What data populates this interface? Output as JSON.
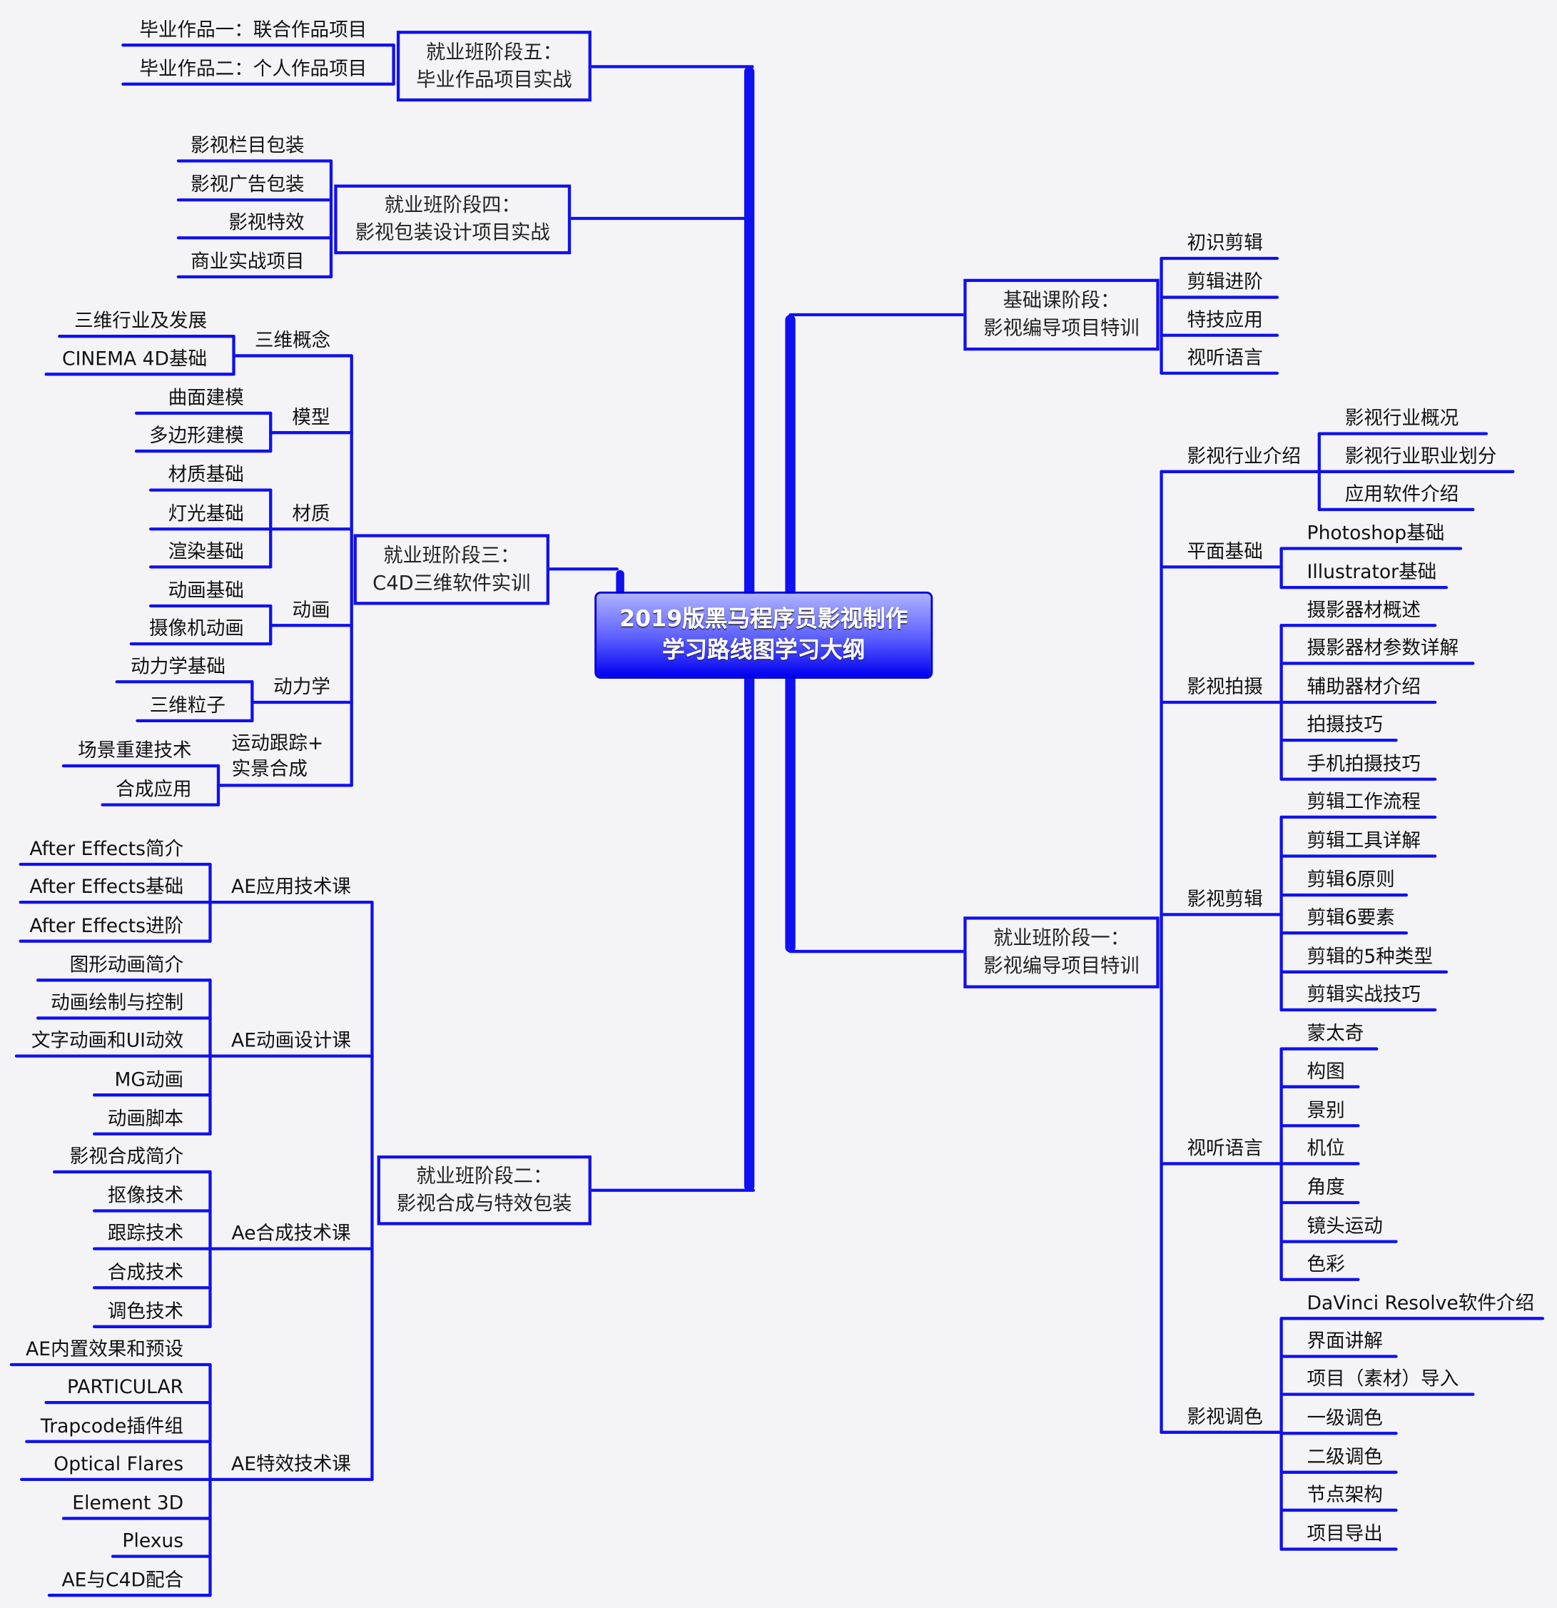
{
  "center": {
    "line1": "2019版黑马程序员影视制作",
    "line2": "学习路线图学习大纲"
  },
  "stage5": {
    "title1": "就业班阶段五：",
    "title2": "毕业作品项目实战",
    "items": [
      "毕业作品一：联合作品项目",
      "毕业作品二：个人作品项目"
    ]
  },
  "stage4": {
    "title1": "就业班阶段四：",
    "title2": "影视包装设计项目实战",
    "items": [
      "影视栏目包装",
      "影视广告包装",
      "影视特效",
      "商业实战项目"
    ]
  },
  "stage3": {
    "title1": "就业班阶段三：",
    "title2": "C4D三维软件实训",
    "groups": [
      {
        "label": "三维概念",
        "items": [
          "三维行业及发展",
          "CINEMA 4D基础"
        ]
      },
      {
        "label": "模型",
        "items": [
          "曲面建模",
          "多边形建模"
        ]
      },
      {
        "label": "材质",
        "items": [
          "材质基础",
          "灯光基础",
          "渲染基础"
        ]
      },
      {
        "label": "动画",
        "items": [
          "动画基础",
          "摄像机动画"
        ]
      },
      {
        "label": "动力学",
        "items": [
          "动力学基础",
          "三维粒子"
        ]
      },
      {
        "label": "运动跟踪+\n实景合成",
        "items": [
          "场景重建技术",
          "合成应用"
        ]
      }
    ]
  },
  "stage2": {
    "title1": "就业班阶段二：",
    "title2": "影视合成与特效包装",
    "groups": [
      {
        "label": "AE应用技术课",
        "items": [
          "After Effects简介",
          "After Effects基础",
          "After Effects进阶"
        ]
      },
      {
        "label": "AE动画设计课",
        "items": [
          "图形动画简介",
          "动画绘制与控制",
          "文字动画和UI动效",
          "MG动画",
          "动画脚本"
        ]
      },
      {
        "label": "Ae合成技术课",
        "items": [
          "影视合成简介",
          "抠像技术",
          "跟踪技术",
          "合成技术",
          "调色技术"
        ]
      },
      {
        "label": "AE特效技术课",
        "items": [
          "AE内置效果和预设",
          "PARTICULAR",
          "Trapcode插件组",
          "Optical Flares",
          "Element 3D",
          "Plexus",
          "AE与C4D配合"
        ]
      }
    ]
  },
  "basics": {
    "title1": "基础课阶段：",
    "title2": "影视编导项目特训",
    "items": [
      "初识剪辑",
      "剪辑进阶",
      "特技应用",
      "视听语言"
    ]
  },
  "stage1": {
    "title1": "就业班阶段一：",
    "title2": "影视编导项目特训",
    "groups": [
      {
        "label": "影视行业介绍",
        "items": [
          "影视行业概况",
          "影视行业职业划分",
          "应用软件介绍"
        ]
      },
      {
        "label": "平面基础",
        "items": [
          "Photoshop基础",
          "Illustrator基础"
        ]
      },
      {
        "label": "影视拍摄",
        "items": [
          "摄影器材概述",
          "摄影器材参数详解",
          "辅助器材介绍",
          "拍摄技巧",
          "手机拍摄技巧"
        ]
      },
      {
        "label": "影视剪辑",
        "items": [
          "剪辑工作流程",
          "剪辑工具详解",
          "剪辑6原则",
          "剪辑6要素",
          "剪辑的5种类型",
          "剪辑实战技巧"
        ]
      },
      {
        "label": "视听语言",
        "items": [
          "蒙太奇",
          "构图",
          "景别",
          "机位",
          "角度",
          "镜头运动",
          "色彩"
        ]
      },
      {
        "label": "影视调色",
        "items": [
          "DaVinci Resolve软件介绍",
          "界面讲解",
          "项目（素材）导入",
          "一级调色",
          "二级调色",
          "节点架构",
          "项目导出"
        ]
      }
    ]
  },
  "colors": {
    "line": "#1010f0",
    "accent": "#0000f0"
  }
}
